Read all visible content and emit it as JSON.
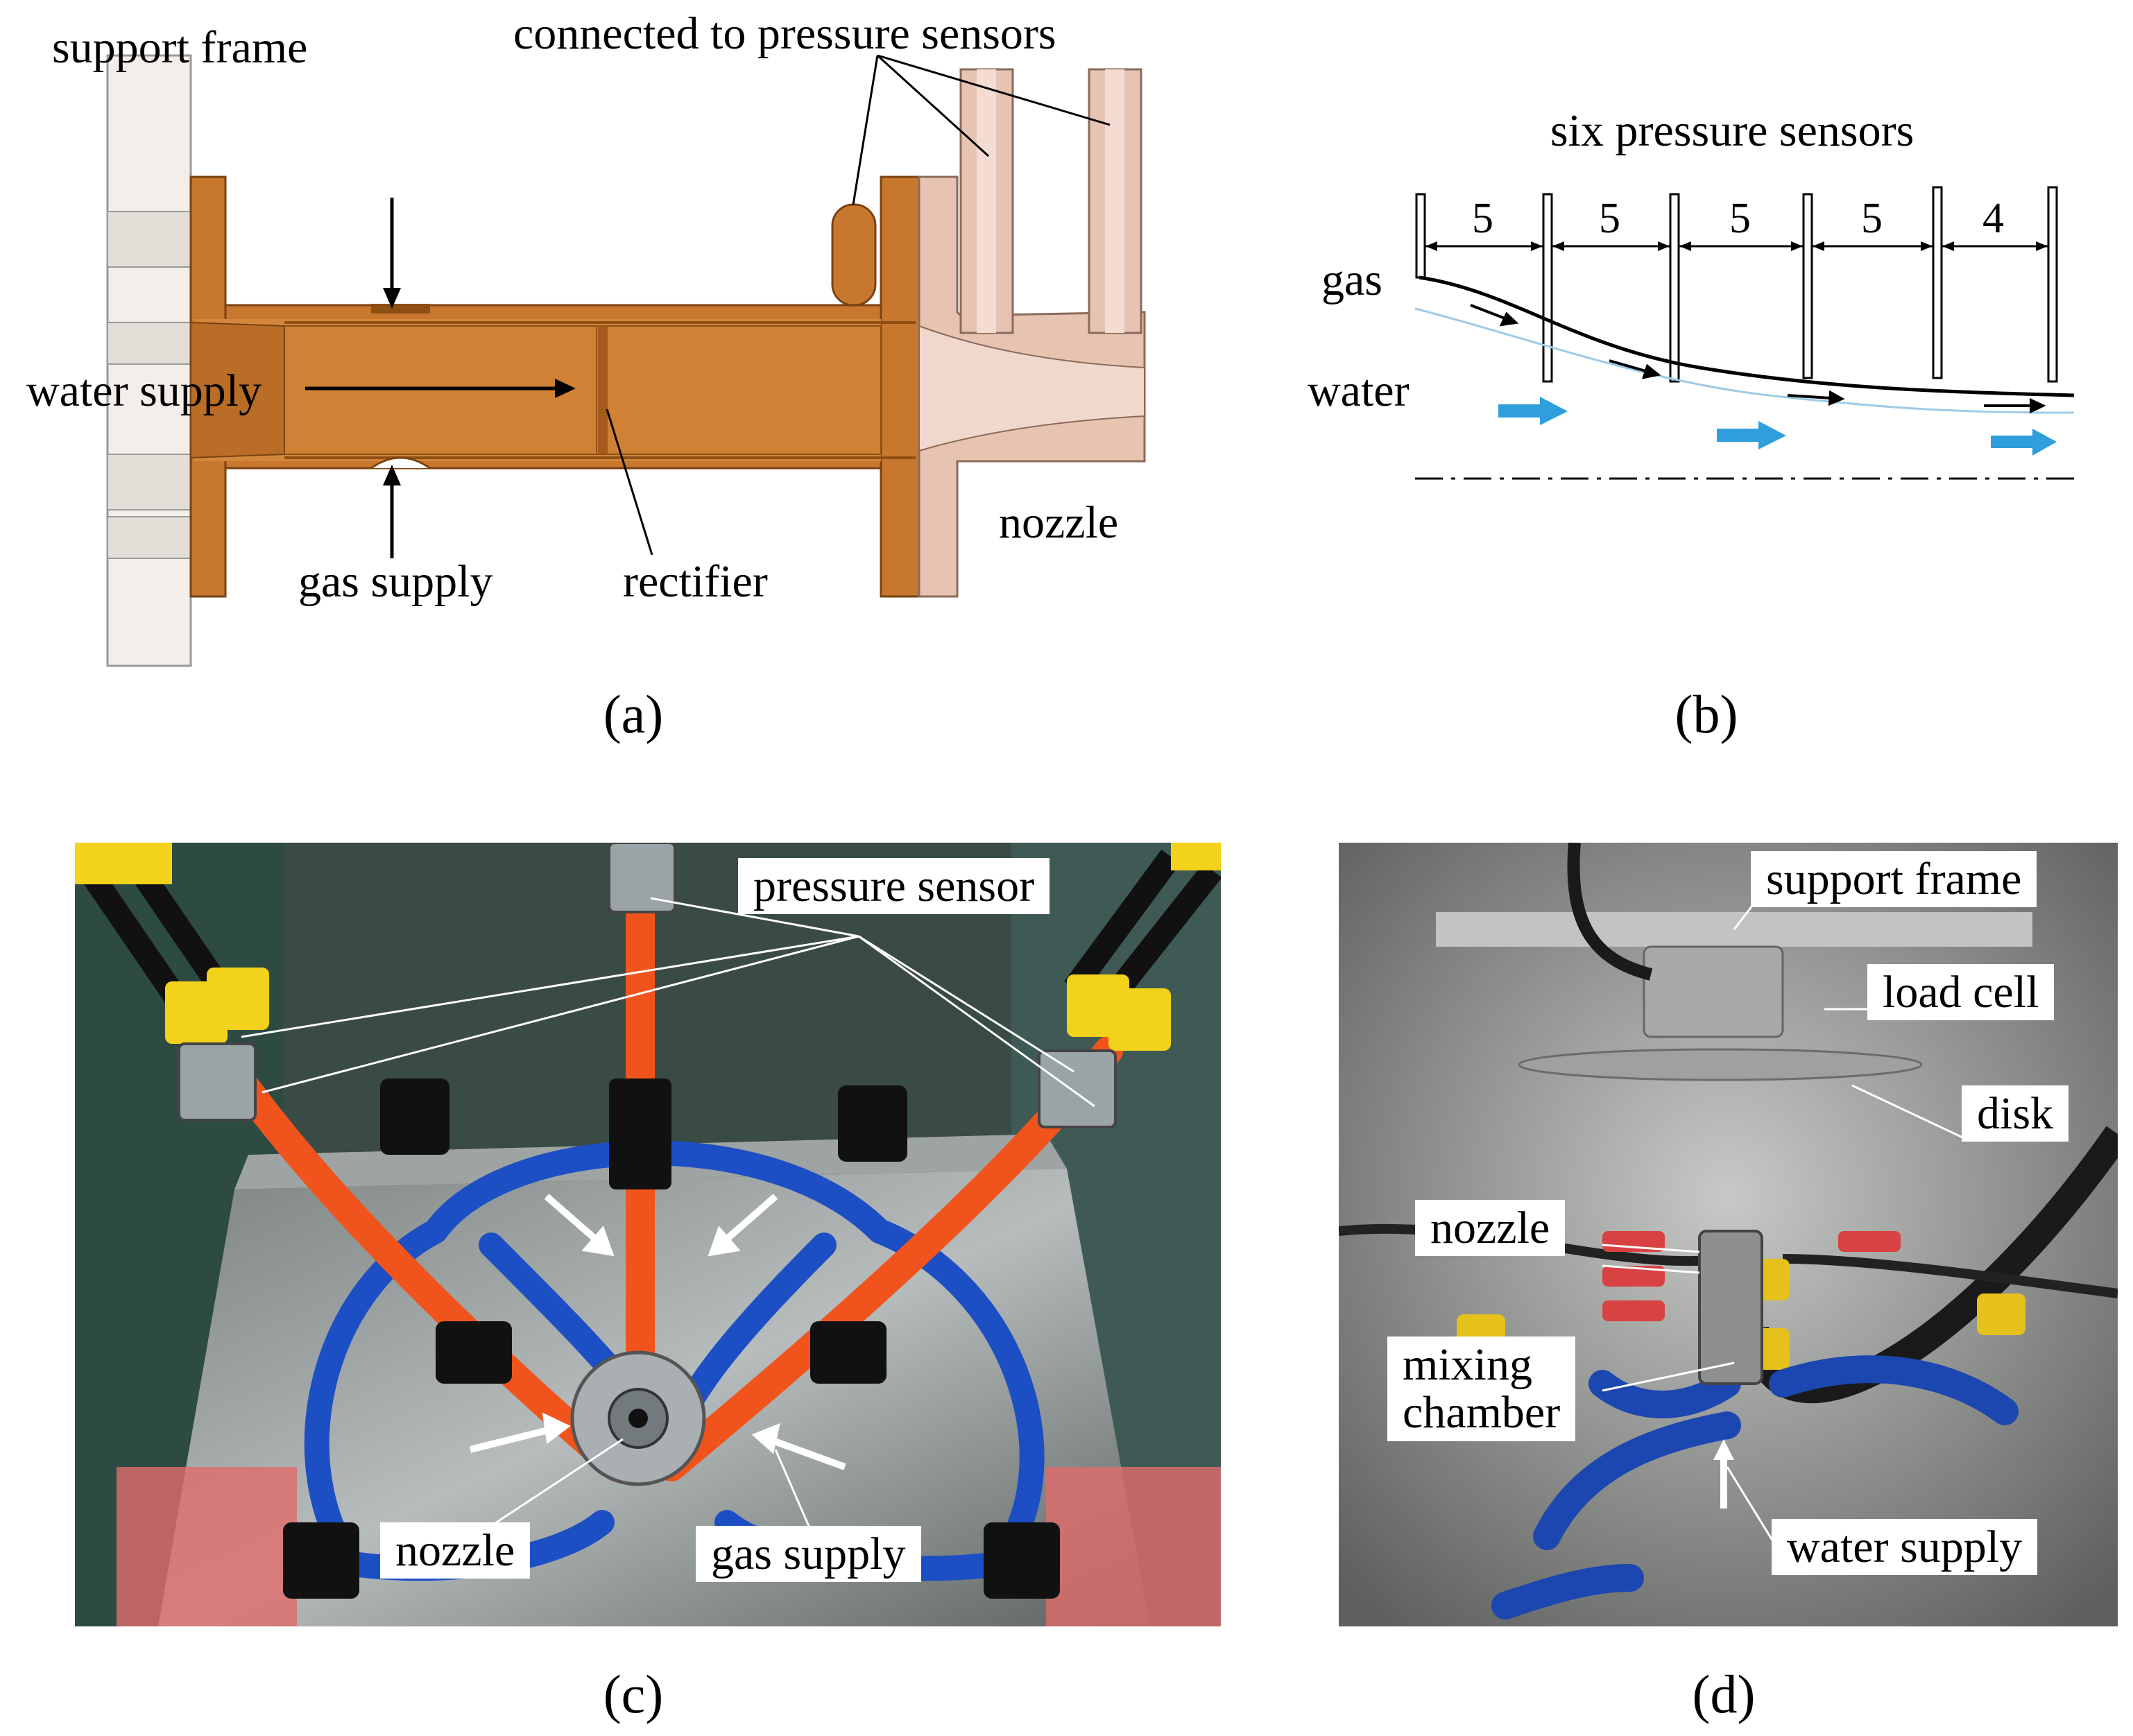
{
  "panel_a": {
    "caption": "(a)",
    "labels": {
      "support_frame": "support frame",
      "connected_to_pressure_sensors": "connected to pressure sensors",
      "water_supply": "water supply",
      "gas_supply": "gas supply",
      "rectifier": "rectifier",
      "nozzle": "nozzle"
    },
    "colors": {
      "body": "#c8782e",
      "body_dark": "#8e4f14",
      "nozzle": "#e7c4b2",
      "frame": "#f3eeea"
    }
  },
  "panel_b": {
    "caption": "(b)",
    "title": "six pressure sensors",
    "spacings": [
      "5",
      "5",
      "5",
      "5",
      "4"
    ],
    "gas_label": "gas",
    "water_label": "water",
    "colors": {
      "water_arrow": "#2e9fdc",
      "water_line": "#9ecbe8"
    }
  },
  "panel_c": {
    "caption": "(c)",
    "labels": {
      "pressure_sensor": "pressure sensor",
      "nozzle": "nozzle",
      "gas_supply": "gas supply"
    },
    "colors": {
      "hose_blue": "#1d4fc4",
      "hose_red": "#f0541c",
      "fitting_yellow": "#f2d21a"
    }
  },
  "panel_d": {
    "caption": "(d)",
    "labels": {
      "support_frame": "support frame",
      "load_cell": "load cell",
      "disk": "disk",
      "nozzle": "nozzle",
      "mixing_chamber": "mixing\nchamber",
      "water_supply": "water supply"
    }
  }
}
